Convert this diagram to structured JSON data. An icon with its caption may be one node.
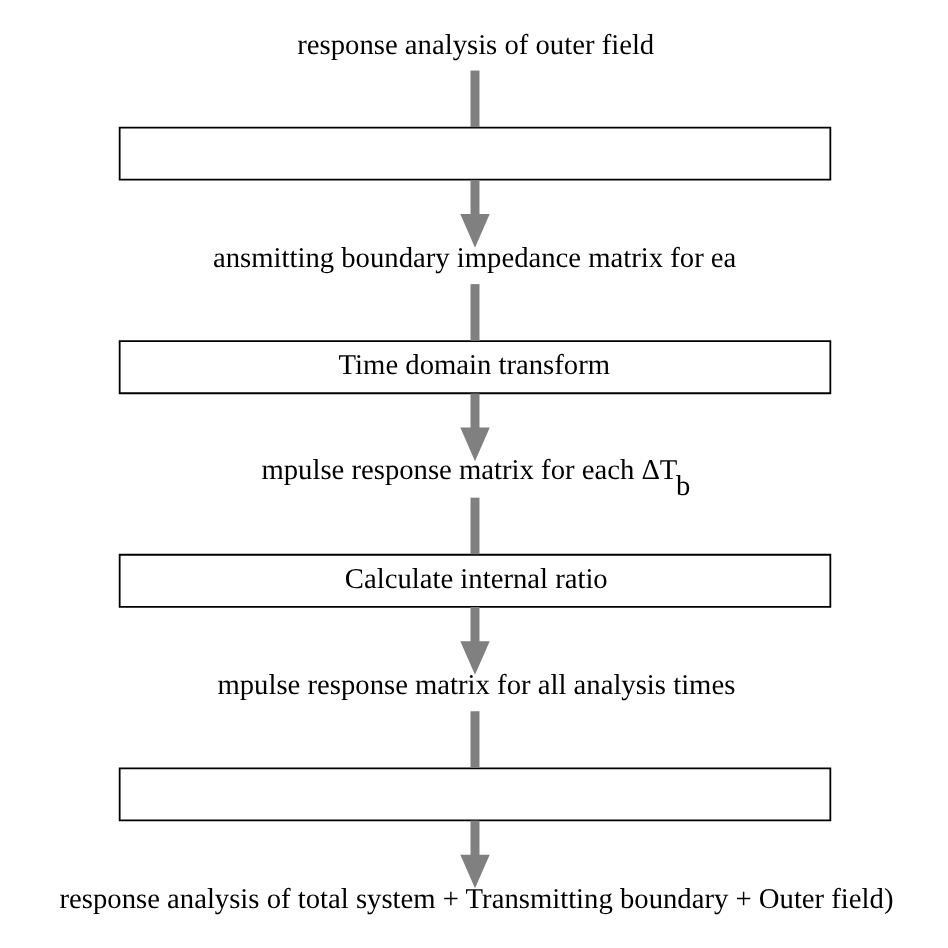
{
  "diagram": {
    "nodes": [
      {
        "text": [
          "response analysis of outer field"
        ]
      },
      {
        "text": [],
        "shape": "box"
      },
      {
        "text": [
          "ansmitting boundary impedance matrix for ea"
        ]
      },
      {
        "text": [
          "Time domain transform"
        ]
      },
      {
        "text": [
          "mpulse response matrix for each ΔT$_{b}$"
        ]
      },
      {
        "text": [
          "Calculate internal ratio"
        ]
      },
      {
        "text": [
          "mpulse response matrix for all analysis times"
        ]
      },
      {
        "text": [],
        "shape": "box"
      },
      {
        "text": [
          "response analysis of total system + Transmitting boundary + Outer field)"
        ]
      }
    ],
    "edges": [
      {
        "from": 0,
        "to": 1,
        "arrow": "none"
      },
      {
        "from": 1,
        "to": 2,
        "arrow": "to"
      },
      {
        "from": 2,
        "to": 3,
        "arrow": "none"
      },
      {
        "from": 3,
        "to": 4,
        "arrow": "to"
      },
      {
        "from": 4,
        "to": 5,
        "arrow": "none"
      },
      {
        "from": 5,
        "to": 6,
        "arrow": "to"
      },
      {
        "from": 6,
        "to": 7,
        "arrow": "none"
      },
      {
        "from": 7,
        "to": 8,
        "arrow": "to"
      }
    ]
  }
}
